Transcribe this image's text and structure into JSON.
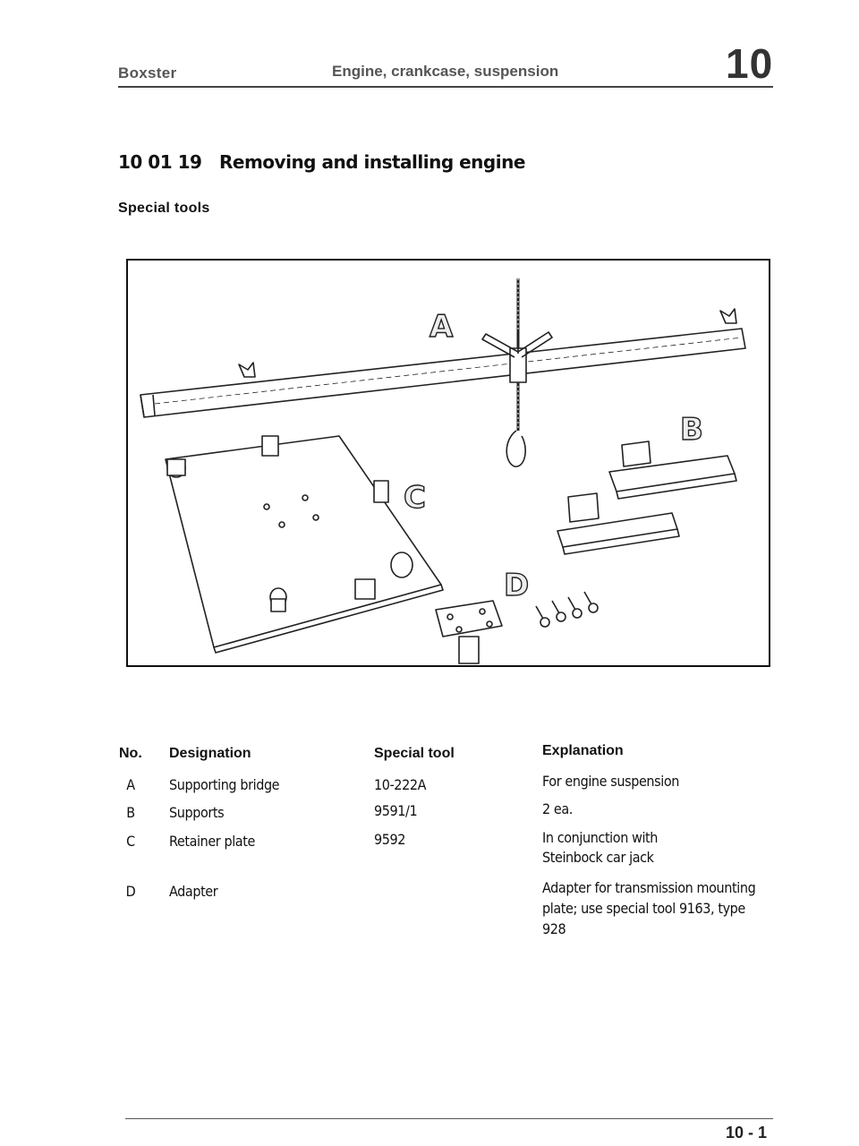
{
  "header": {
    "model": "Boxster",
    "section": "Engine, crankcase, suspension",
    "group_number": "10"
  },
  "title": {
    "number": "10 01 19",
    "text": "Removing and installing engine"
  },
  "subtitle": "Special tools",
  "figure": {
    "labels": [
      "A",
      "B",
      "C",
      "D"
    ]
  },
  "table": {
    "headers": {
      "no": "No.",
      "designation": "Designation",
      "special_tool": "Special tool",
      "explanation": "Explanation"
    },
    "rows": [
      {
        "no": "A",
        "designation": "Supporting bridge",
        "special_tool": "10-222A",
        "explanation": [
          "For engine suspension"
        ]
      },
      {
        "no": "B",
        "designation": "Supports",
        "special_tool": "9591/1",
        "explanation": [
          "2 ea."
        ]
      },
      {
        "no": "C",
        "designation": "Retainer plate",
        "special_tool": "9592",
        "explanation": [
          "In conjunction with",
          "Steinbock car jack"
        ]
      },
      {
        "no": "D",
        "designation": "Adapter",
        "special_tool": "",
        "explanation": [
          "Adapter for transmission mounting",
          "plate; use special tool 9163, type",
          "928"
        ]
      }
    ]
  },
  "footer": {
    "page": "10 - 1"
  }
}
